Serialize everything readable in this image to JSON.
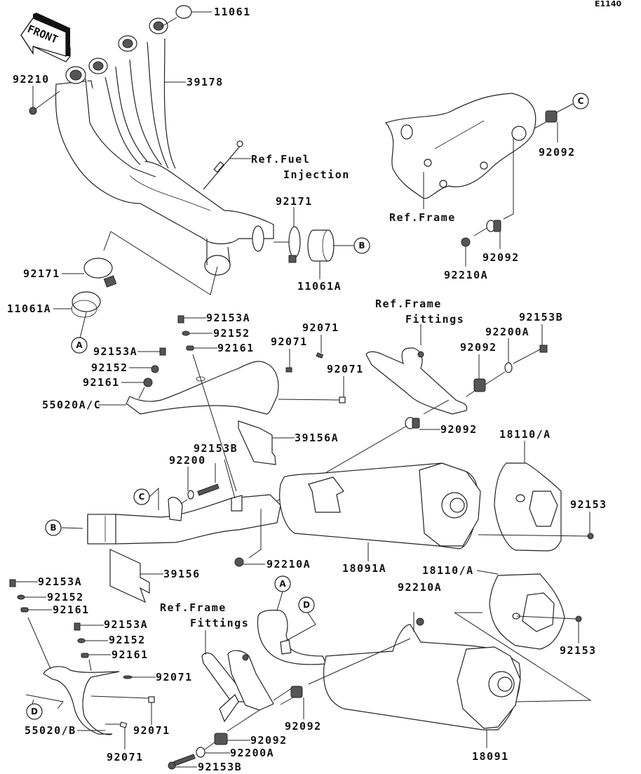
{
  "diagram": {
    "code": "E1140",
    "direction_label": "FRONT",
    "callouts": {
      "A": "A",
      "B": "B",
      "C": "C",
      "D": "D"
    },
    "refs": {
      "fuel_injection_1": "Ref.Fuel",
      "fuel_injection_2": "Injection",
      "frame": "Ref.Frame",
      "frame_fittings_1": "Ref.Frame",
      "frame_fittings_2": "Fittings"
    },
    "parts": {
      "p11061": "11061",
      "p92210": "92210",
      "p39178": "39178",
      "p92092": "92092",
      "p92210A": "92210A",
      "p92171": "92171",
      "p11061A": "11061A",
      "p92153A": "92153A",
      "p92152": "92152",
      "p92161": "92161",
      "p92071": "92071",
      "p55020AC": "55020A/C",
      "p39156A": "39156A",
      "p92153B": "92153B",
      "p92200A": "92200A",
      "p92200": "92200",
      "p18110A": "18110/A",
      "p92153": "92153",
      "p18091A": "18091A",
      "p39156": "39156",
      "p55020B": "55020/B",
      "p18091": "18091"
    }
  }
}
